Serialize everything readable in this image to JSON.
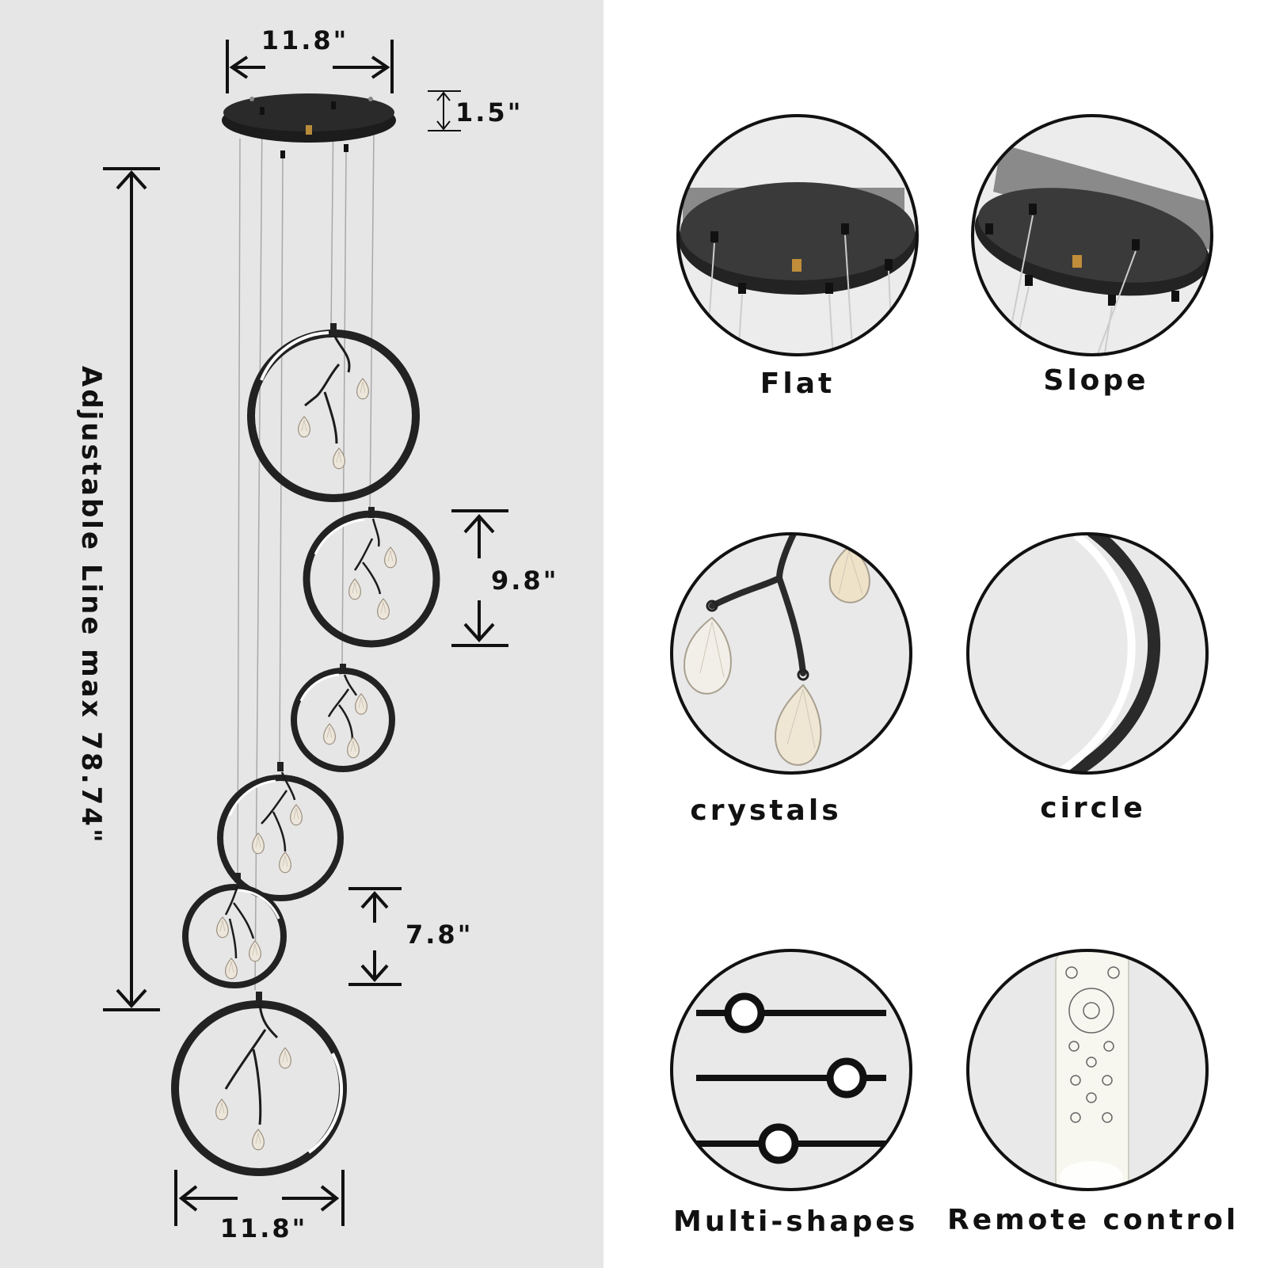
{
  "dimensions": {
    "canopy_width": "11.8\"",
    "canopy_height": "1.5\"",
    "line_length": "Adjustable Line max 78.74\"",
    "large_ring": "9.8\"",
    "small_ring": "7.8\"",
    "bottom_width": "11.8\""
  },
  "features": [
    {
      "label": "Flat"
    },
    {
      "label": "Slope"
    },
    {
      "label": "crystals"
    },
    {
      "label": "circle"
    },
    {
      "label": "Multi-shapes"
    },
    {
      "label": "Remote control"
    }
  ],
  "colors": {
    "panel_bg": "#e6e6e6",
    "fixture_black": "#1c1c1c",
    "text": "#111111"
  }
}
